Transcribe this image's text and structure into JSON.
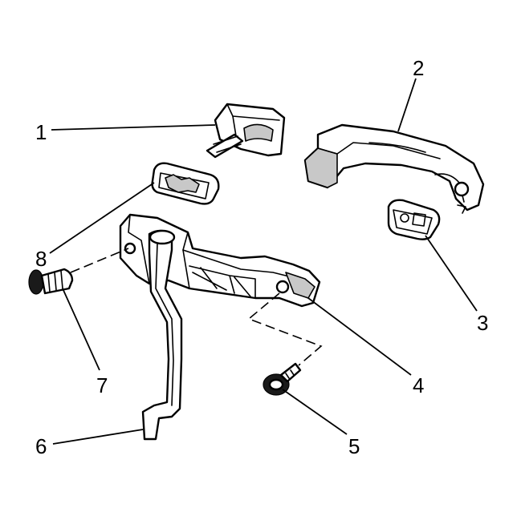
{
  "callouts": [
    "1",
    "2",
    "3",
    "4",
    "5",
    "6",
    "7",
    "8"
  ],
  "colors": {
    "line": "#000000",
    "background": "#ffffff",
    "shading": "#c8c8c8"
  }
}
